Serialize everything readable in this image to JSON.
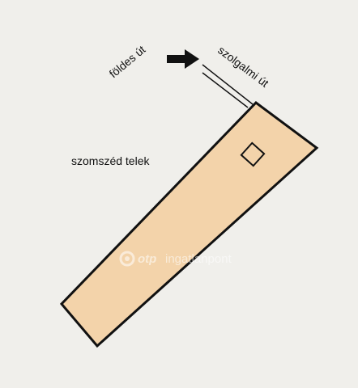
{
  "colors": {
    "background": "#f0efeb",
    "plot_fill": "#f3d3aa",
    "outline": "#111111",
    "watermark": "#ffffff"
  },
  "labels": {
    "dirt_road": "földes út",
    "easement_road": "szolgalmi út",
    "neighbor_plot": "szomszéd telek"
  },
  "watermark": {
    "brand": "otp",
    "suffix": "ingatlanpont",
    "icon": "otp-swirl-logo"
  },
  "icons": {
    "arrow": "arrow-right-icon",
    "building": "building-square-icon"
  }
}
